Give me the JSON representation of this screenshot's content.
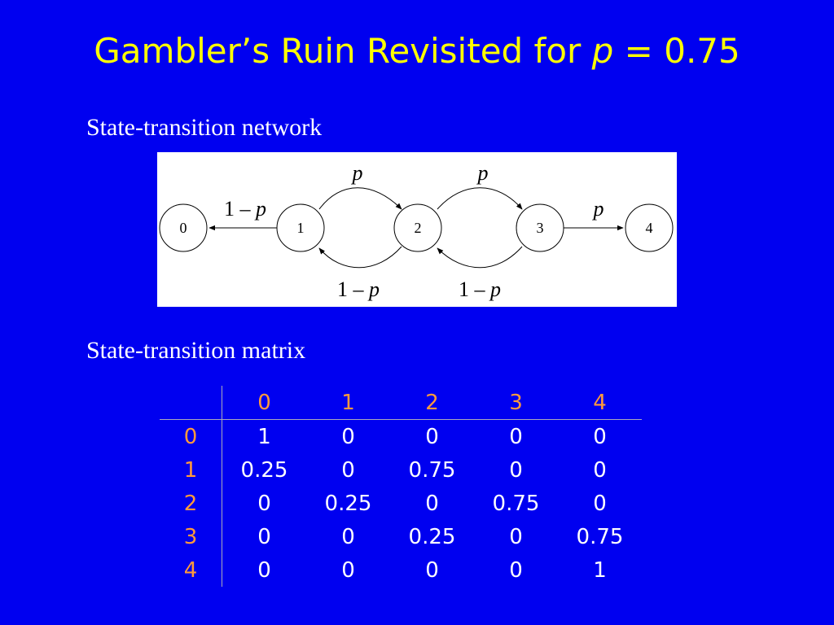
{
  "title": {
    "prefix": "Gambler’s Ruin Revisited for ",
    "variable": "p",
    "suffix": " = 0.75"
  },
  "network_label": "State-transition network",
  "matrix_label": "State-transition matrix",
  "network": {
    "nodes": [
      "0",
      "1",
      "2",
      "3",
      "4"
    ],
    "edge_labels": {
      "p_1_2": "p",
      "p_2_3": "p",
      "p_3_4": "p",
      "q_1_0_num": "1 – ",
      "q_1_0_var": "p",
      "q_2_1_num": "1 – ",
      "q_2_1_var": "p",
      "q_3_2_num": "1 – ",
      "q_3_2_var": "p"
    }
  },
  "matrix": {
    "column_headers": [
      "0",
      "1",
      "2",
      "3",
      "4"
    ],
    "rows": [
      {
        "header": "0",
        "cells": [
          "1",
          "0",
          "0",
          "0",
          "0"
        ]
      },
      {
        "header": "1",
        "cells": [
          "0.25",
          "0",
          "0.75",
          "0",
          "0"
        ]
      },
      {
        "header": "2",
        "cells": [
          "0",
          "0.25",
          "0",
          "0.75",
          "0"
        ]
      },
      {
        "header": "3",
        "cells": [
          "0",
          "0",
          "0.25",
          "0",
          "0.75"
        ]
      },
      {
        "header": "4",
        "cells": [
          "0",
          "0",
          "0",
          "0",
          "1"
        ]
      }
    ]
  },
  "colors": {
    "background": "#0000f0",
    "title": "#ffff00",
    "matrix_headers": "#ff9a3c",
    "text": "#ffffff"
  }
}
